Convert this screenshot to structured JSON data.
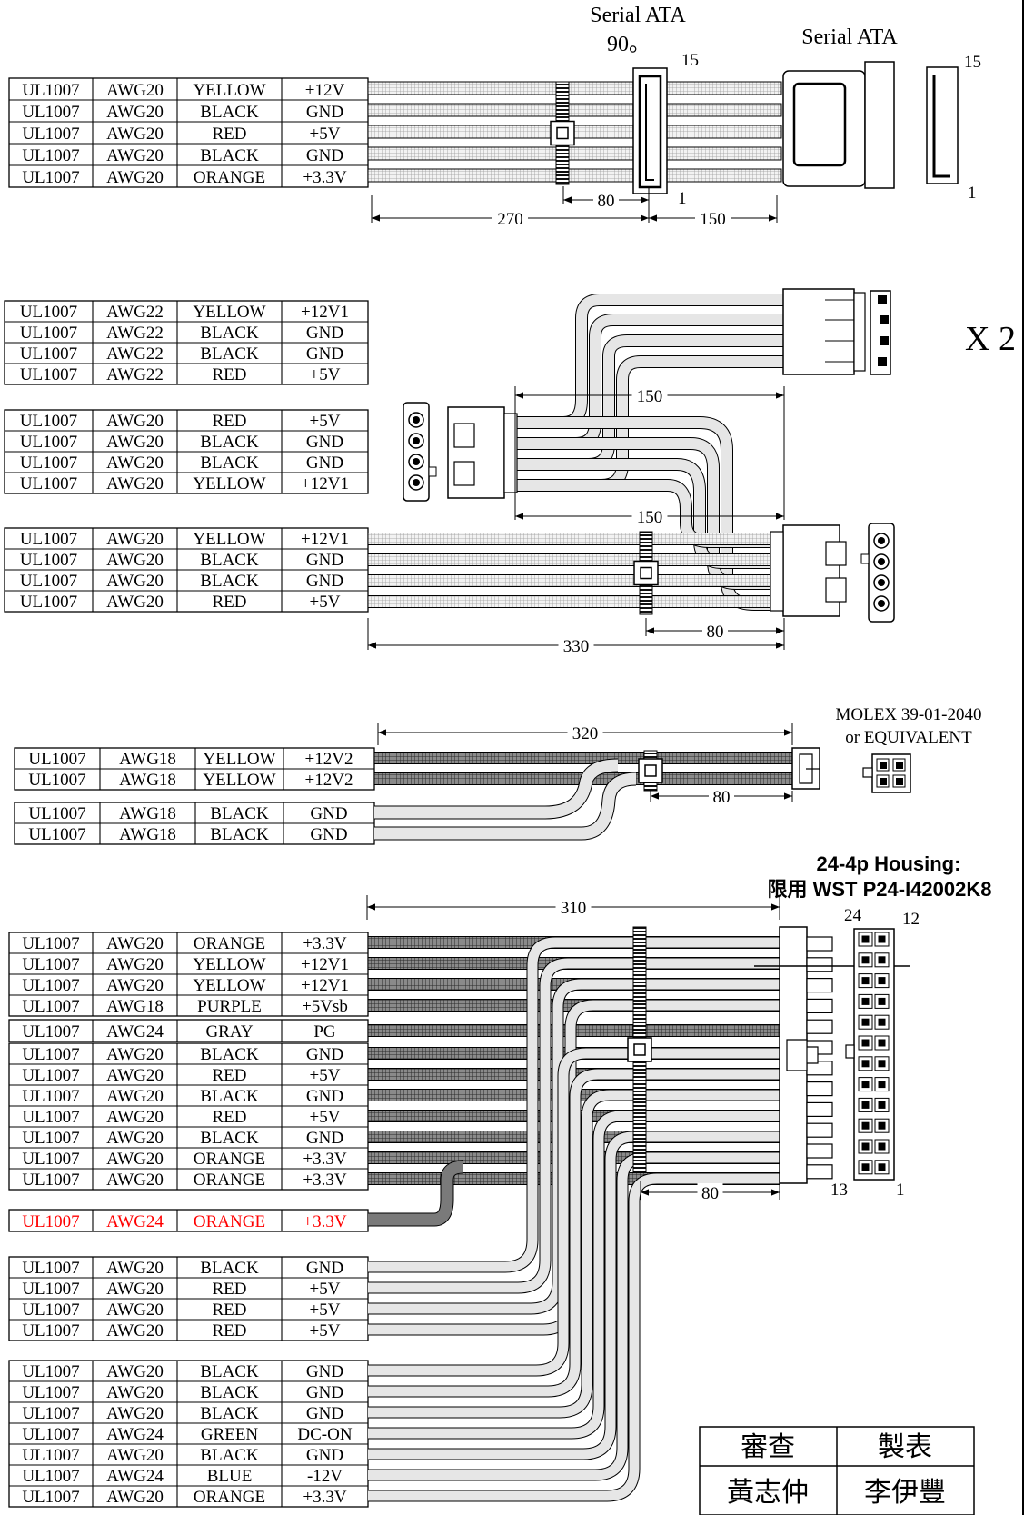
{
  "sata": {
    "label_90": "Serial ATA",
    "label_90_deg": "90。",
    "label_straight": "Serial ATA",
    "pin_15": "15",
    "pin_1": "1",
    "rows": [
      [
        "UL1007",
        "AWG20",
        "YELLOW",
        "+12V"
      ],
      [
        "UL1007",
        "AWG20",
        "BLACK",
        "GND"
      ],
      [
        "UL1007",
        "AWG20",
        "RED",
        "+5V"
      ],
      [
        "UL1007",
        "AWG20",
        "BLACK",
        "GND"
      ],
      [
        "UL1007",
        "AWG20",
        "ORANGE",
        "+3.3V"
      ]
    ],
    "dims": {
      "tie": "80",
      "main": "270",
      "tail": "150"
    }
  },
  "molex": {
    "multiplier": "X 2",
    "group_a": [
      [
        "UL1007",
        "AWG22",
        "YELLOW",
        "+12V1"
      ],
      [
        "UL1007",
        "AWG22",
        "BLACK",
        "GND"
      ],
      [
        "UL1007",
        "AWG22",
        "BLACK",
        "GND"
      ],
      [
        "UL1007",
        "AWG22",
        "RED",
        "+5V"
      ]
    ],
    "group_b": [
      [
        "UL1007",
        "AWG20",
        "RED",
        "+5V"
      ],
      [
        "UL1007",
        "AWG20",
        "BLACK",
        "GND"
      ],
      [
        "UL1007",
        "AWG20",
        "BLACK",
        "GND"
      ],
      [
        "UL1007",
        "AWG20",
        "YELLOW",
        "+12V1"
      ]
    ],
    "group_c": [
      [
        "UL1007",
        "AWG20",
        "YELLOW",
        "+12V1"
      ],
      [
        "UL1007",
        "AWG20",
        "BLACK",
        "GND"
      ],
      [
        "UL1007",
        "AWG20",
        "BLACK",
        "GND"
      ],
      [
        "UL1007",
        "AWG20",
        "RED",
        "+5V"
      ]
    ],
    "dims": {
      "upper": "150",
      "middle": "150",
      "main": "330",
      "tie": "80"
    }
  },
  "p4": {
    "connector_line1": "MOLEX 39-01-2040",
    "connector_line2": "or EQUIVALENT",
    "group_a": [
      [
        "UL1007",
        "AWG18",
        "YELLOW",
        "+12V2"
      ],
      [
        "UL1007",
        "AWG18",
        "YELLOW",
        "+12V2"
      ]
    ],
    "group_b": [
      [
        "UL1007",
        "AWG18",
        "BLACK",
        "GND"
      ],
      [
        "UL1007",
        "AWG18",
        "BLACK",
        "GND"
      ]
    ],
    "dims": {
      "main": "320",
      "tie": "80"
    }
  },
  "atx24": {
    "housing_title": "24-4p Housing:",
    "housing_part": "限用 WST P24-I42002K8",
    "pin_24": "24",
    "pin_12": "12",
    "pin_13": "13",
    "pin_1": "1",
    "main_rows": [
      [
        "UL1007",
        "AWG20",
        "ORANGE",
        "+3.3V"
      ],
      [
        "UL1007",
        "AWG20",
        "YELLOW",
        "+12V1"
      ],
      [
        "UL1007",
        "AWG20",
        "YELLOW",
        "+12V1"
      ],
      [
        "UL1007",
        "AWG18",
        "PURPLE",
        "+5Vsb"
      ],
      [
        "UL1007",
        "AWG24",
        "GRAY",
        "PG"
      ],
      [
        "UL1007",
        "AWG20",
        "BLACK",
        "GND"
      ],
      [
        "UL1007",
        "AWG20",
        "RED",
        "+5V"
      ],
      [
        "UL1007",
        "AWG20",
        "BLACK",
        "GND"
      ],
      [
        "UL1007",
        "AWG20",
        "RED",
        "+5V"
      ],
      [
        "UL1007",
        "AWG20",
        "BLACK",
        "GND"
      ],
      [
        "UL1007",
        "AWG20",
        "ORANGE",
        "+3.3V"
      ],
      [
        "UL1007",
        "AWG20",
        "ORANGE",
        "+3.3V"
      ]
    ],
    "sense_row": [
      "UL1007",
      "AWG24",
      "ORANGE",
      "+3.3V"
    ],
    "sense_color": "#ff0000",
    "group_b": [
      [
        "UL1007",
        "AWG20",
        "BLACK",
        "GND"
      ],
      [
        "UL1007",
        "AWG20",
        "RED",
        "+5V"
      ],
      [
        "UL1007",
        "AWG20",
        "RED",
        "+5V"
      ],
      [
        "UL1007",
        "AWG20",
        "RED",
        "+5V"
      ]
    ],
    "group_c": [
      [
        "UL1007",
        "AWG20",
        "BLACK",
        "GND"
      ],
      [
        "UL1007",
        "AWG20",
        "BLACK",
        "GND"
      ],
      [
        "UL1007",
        "AWG20",
        "BLACK",
        "GND"
      ],
      [
        "UL1007",
        "AWG24",
        "GREEN",
        "DC-ON"
      ],
      [
        "UL1007",
        "AWG20",
        "BLACK",
        "GND"
      ],
      [
        "UL1007",
        "AWG24",
        "BLUE",
        "-12V"
      ],
      [
        "UL1007",
        "AWG20",
        "ORANGE",
        "+3.3V"
      ]
    ],
    "dims": {
      "main": "310",
      "tie": "80"
    }
  },
  "signoff": {
    "review_label": "審查",
    "made_label": "製表",
    "reviewer": "黃志仲",
    "maker": "李伊豐"
  }
}
